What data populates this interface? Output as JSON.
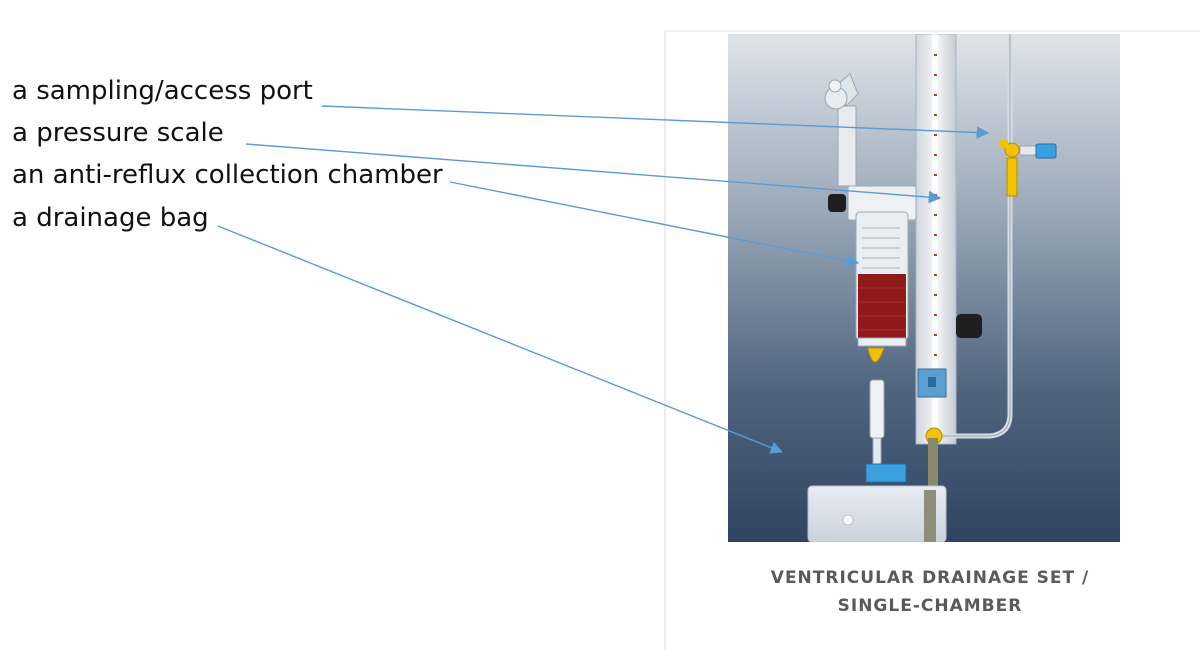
{
  "labels": [
    "a sampling/access port",
    "a pressure scale",
    "an anti-reflux collection chamber",
    "a drainage bag"
  ],
  "caption": {
    "line1": "VENTRICULAR DRAINAGE SET /",
    "line2": "SINGLE-CHAMBER"
  },
  "colors": {
    "arrow": "#5b9bd5",
    "caption": "#5a5a5a",
    "blood": "#8e1a1a",
    "yellow_fitting": "#f2c200",
    "blue_fitting": "#3aa0e0"
  }
}
